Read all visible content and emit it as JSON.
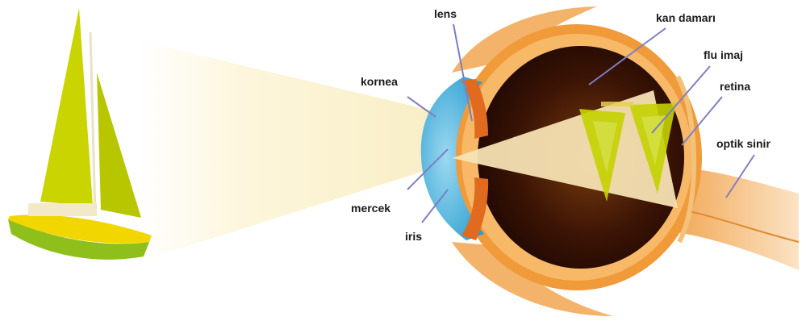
{
  "labels": {
    "lens": "lens",
    "kornea": "kornea",
    "mercek": "mercek",
    "iris": "iris",
    "kan_damari": "kan damarı",
    "flu_imaj": "flu imaj",
    "retina": "retina",
    "optik_sinir": "optik sinir"
  },
  "colors": {
    "sail": "#c9d400",
    "hull_yellow": "#f2d600",
    "hull_green": "#8fbf1a",
    "light_beam": "#fbf1c8",
    "eye_outer": "#f09a3a",
    "eye_inner": "#2a0d04",
    "cornea": "#4fb8df",
    "image": "#c3d200",
    "leader": "#7d7fc0"
  }
}
